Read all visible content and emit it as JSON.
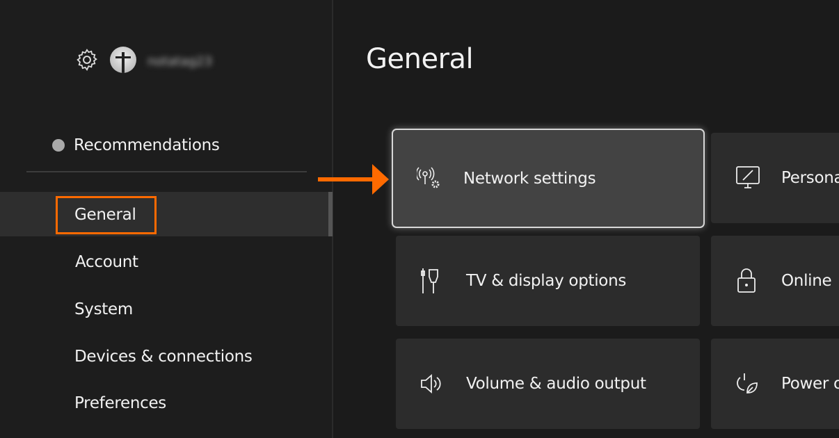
{
  "sidebar": {
    "profile": {
      "gamertag": "notatag23"
    },
    "recommendations": "Recommendations",
    "items": [
      {
        "label": "General",
        "selected": true
      },
      {
        "label": "Account"
      },
      {
        "label": "System"
      },
      {
        "label": "Devices & connections"
      },
      {
        "label": "Preferences"
      }
    ]
  },
  "main": {
    "title": "General",
    "tiles": [
      {
        "label": "Network settings",
        "icon": "network-gear-icon",
        "focused": true
      },
      {
        "label": "Persona",
        "icon": "monitor-brush-icon"
      },
      {
        "label": "TV & display options",
        "icon": "cable-plug-icon"
      },
      {
        "label": "Online",
        "icon": "lock-icon"
      },
      {
        "label": "Volume & audio output",
        "icon": "speaker-icon"
      },
      {
        "label": "Power o",
        "icon": "power-leaf-icon"
      }
    ]
  },
  "annotation": {
    "color": "#ff6a00"
  }
}
